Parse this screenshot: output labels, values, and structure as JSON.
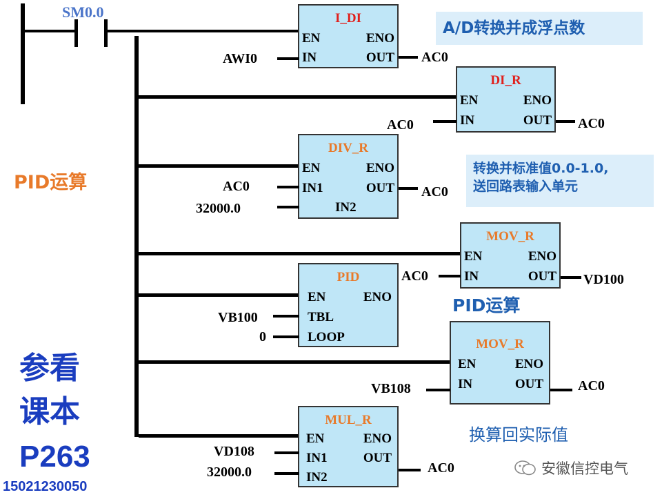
{
  "contact": "SM0.0",
  "blocks": [
    {
      "title": "I_DI",
      "title_color": "#e0201c",
      "pins_left": [
        "EN",
        "IN"
      ],
      "pins_right": [
        "ENO",
        "OUT"
      ],
      "inputs": [
        "AWI0"
      ],
      "output": "AC0"
    },
    {
      "title": "DI_R",
      "title_color": "#e0201c",
      "pins_left": [
        "EN",
        "IN"
      ],
      "pins_right": [
        "ENO",
        "OUT"
      ],
      "inputs": [
        "AC0"
      ],
      "output": "AC0"
    },
    {
      "title": "DIV_R",
      "title_color": "#e87a2a",
      "pins_left": [
        "EN",
        "IN1",
        "IN2"
      ],
      "pins_right": [
        "ENO",
        "OUT"
      ],
      "inputs": [
        "AC0",
        "32000.0"
      ],
      "output": "AC0"
    },
    {
      "title": "MOV_R",
      "title_color": "#e87a2a",
      "pins_left": [
        "EN",
        "IN"
      ],
      "pins_right": [
        "ENO",
        "OUT"
      ],
      "inputs": [
        "AC0"
      ],
      "output": "VD100"
    },
    {
      "title": "PID",
      "title_color": "#e87a2a",
      "pins_left": [
        "EN",
        "TBL",
        "LOOP"
      ],
      "pins_right": [
        "ENO"
      ],
      "inputs": [
        "VB100",
        "0"
      ],
      "output": ""
    },
    {
      "title": "MOV_R",
      "title_color": "#e87a2a",
      "pins_left": [
        "EN",
        "IN"
      ],
      "pins_right": [
        "ENO",
        "OUT"
      ],
      "inputs": [
        "VB108"
      ],
      "output": "AC0"
    },
    {
      "title": "MUL_R",
      "title_color": "#e87a2a",
      "pins_left": [
        "EN",
        "IN1",
        "IN2"
      ],
      "pins_right": [
        "ENO",
        "OUT"
      ],
      "inputs": [
        "VD108",
        "32000.0"
      ],
      "output": "AC0"
    }
  ],
  "notes": {
    "ad_convert": "A/D转换并成浮点数",
    "normalize_line1": "转换并标准值0.0-1.0,",
    "normalize_line2": "送回路表输入单元",
    "pid_left": "PID运算",
    "pid_mid": "PID运算",
    "convert_back": "换算回实际值",
    "see_line1": "参看",
    "see_line2": "课本",
    "page_ref": "P263",
    "phone": "15021230050",
    "watermark": "安徽信控电气"
  },
  "colors": {
    "block_fill": "#bfe6f7",
    "note_fill": "#dceefa",
    "note_text": "#1f5fb0",
    "orange": "#e87a2a",
    "red": "#e0201c",
    "deep_blue": "#1a3dbf",
    "contact_blue": "#4a74c9"
  }
}
